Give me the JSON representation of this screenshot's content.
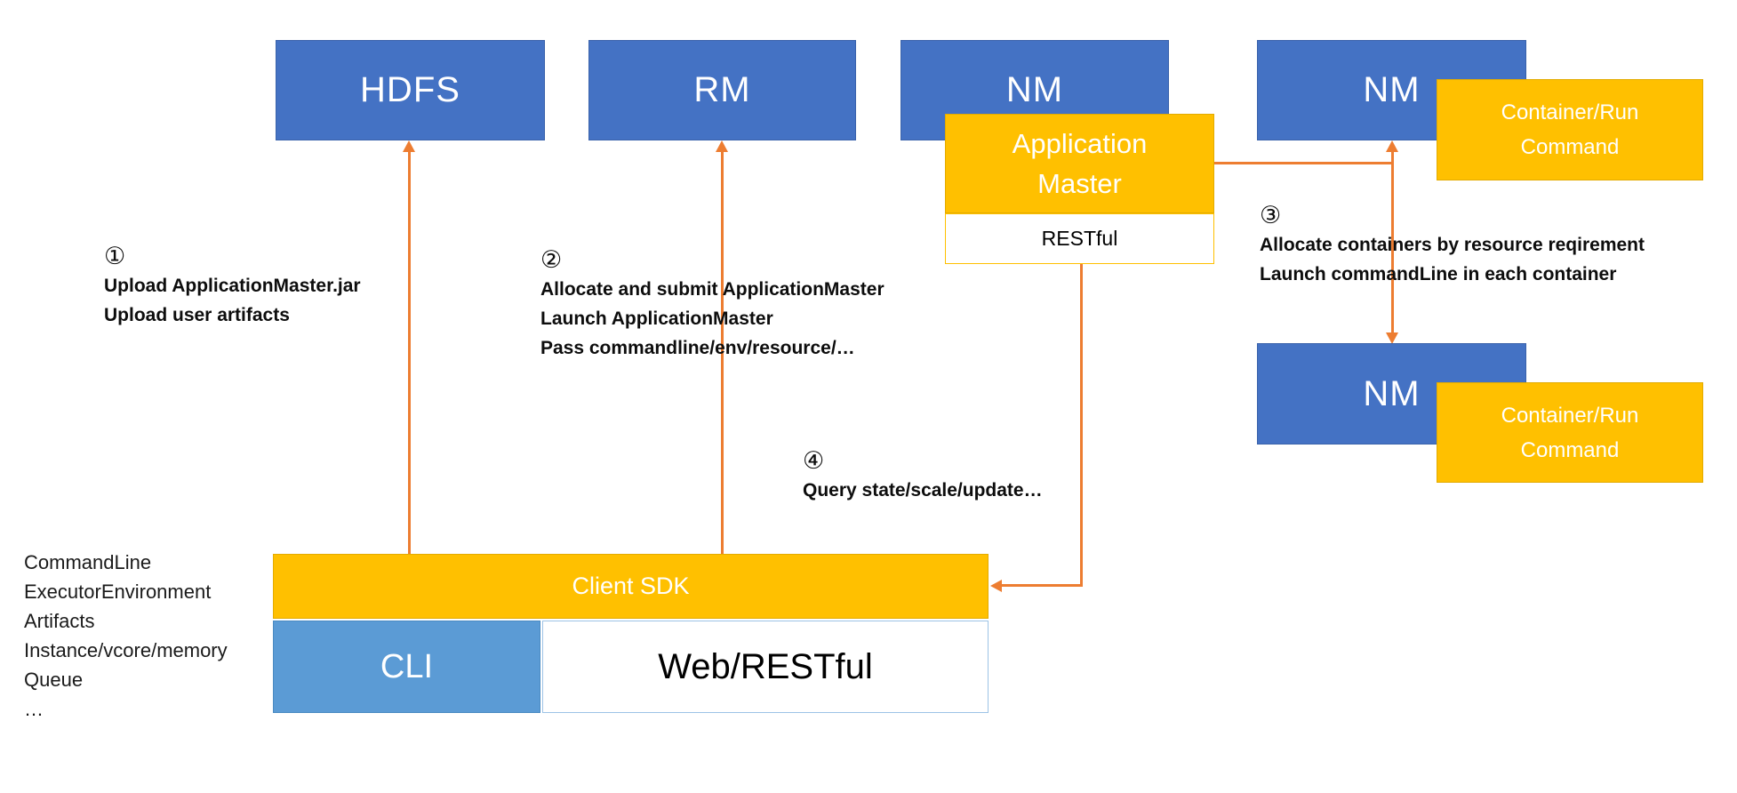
{
  "diagram": {
    "nodes": {
      "hdfs": {
        "label": "HDFS"
      },
      "rm": {
        "label": "RM"
      },
      "nm_top": {
        "label": "NM"
      },
      "nm_right": {
        "label": "NM"
      },
      "nm_right_lower": {
        "label": "NM"
      },
      "application_master": {
        "line1": "Application",
        "line2": "Master"
      },
      "restful": {
        "label": "RESTful"
      },
      "container_top": {
        "line1": "Container/Run",
        "line2": "Command"
      },
      "container_bottom": {
        "line1": "Container/Run",
        "line2": "Command"
      },
      "client_sdk": {
        "label": "Client SDK"
      },
      "cli": {
        "label": "CLI"
      },
      "web_restful": {
        "label": "Web/RESTful"
      }
    },
    "annotations": {
      "step1": {
        "number": "①",
        "lines": [
          "Upload ApplicationMaster.jar",
          "Upload user artifacts"
        ]
      },
      "step2": {
        "number": "②",
        "lines": [
          "Allocate and submit ApplicationMaster",
          "Launch ApplicationMaster",
          "Pass commandline/env/resource/…"
        ]
      },
      "step3": {
        "number": "③",
        "lines": [
          "Allocate containers by resource reqirement",
          "Launch commandLine in each container"
        ]
      },
      "step4": {
        "number": "④",
        "lines": [
          "Query state/scale/update…"
        ]
      }
    },
    "side_list": {
      "items": [
        "CommandLine",
        "ExecutorEnvironment",
        "Artifacts",
        "Instance/vcore/memory",
        "Queue",
        "…"
      ]
    },
    "colors": {
      "node_blue": "#4472C4",
      "node_gold": "#FFC000",
      "cli_blue": "#5B9BD5",
      "arrow_orange": "#ED7D31",
      "web_restful_border": "#9DC3E6"
    }
  }
}
